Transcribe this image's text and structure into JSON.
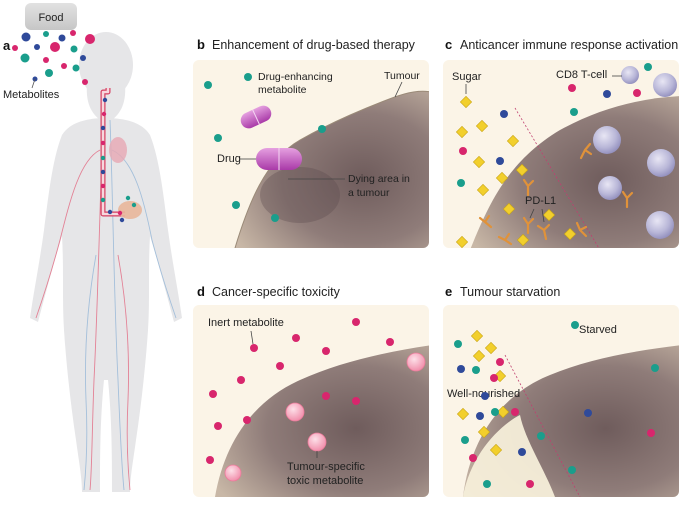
{
  "panel_a": {
    "letter": "a",
    "food_label": "Food",
    "metabolites_label": "Metabolites"
  },
  "panel_b": {
    "letter": "b",
    "title": "Enhancement of drug-based therapy",
    "drug_enhancing_label": "Drug-enhancing metabolite",
    "drug_enhancing_line1": "Drug-enhancing",
    "drug_enhancing_line2": "metabolite",
    "tumour_label": "Tumour",
    "drug_label": "Drug",
    "dying_line1": "Dying area in",
    "dying_line2": "a tumour"
  },
  "panel_c": {
    "letter": "c",
    "title": "Anticancer immune response activation",
    "sugar_label": "Sugar",
    "cd8_label": "CD8 T-cell",
    "pdl1_label": "PD-L1"
  },
  "panel_d": {
    "letter": "d",
    "title": "Cancer-specific toxicity",
    "inert_label": "Inert metabolite",
    "toxic_line1": "Tumour-specific",
    "toxic_line2": "toxic metabolite"
  },
  "panel_e": {
    "letter": "e",
    "title": "Tumour starvation",
    "starved_label": "Starved",
    "well_nourished_label": "Well-nourished"
  },
  "colors": {
    "teal": "#1a9e8c",
    "magenta": "#d8266d",
    "navy": "#2f4a9a",
    "sugar_yellow": "#f2cf2c",
    "pdl1_orange": "#e0923a",
    "panel_bg": "#fbf4e7",
    "tumour_fill": "#8d7a78",
    "drug_purple": "#c14fbf",
    "body_grey": "#e4e4e6"
  }
}
